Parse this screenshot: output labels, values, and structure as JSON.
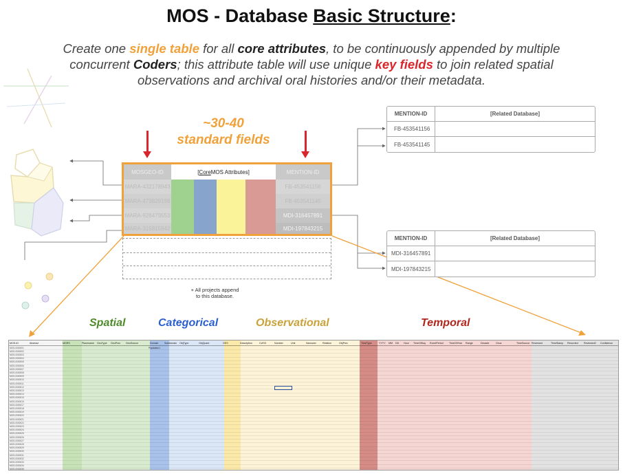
{
  "title": {
    "prefix": "MOS - Database ",
    "underlined": "Basic Structure",
    "suffix": ":"
  },
  "subtitle": {
    "t1": "Create one ",
    "h1": "single table",
    "t2": " for all ",
    "h2": "core attributes",
    "t3": ", to be continuously appended by multiple concurrent ",
    "h3": "Coders",
    "t4": "; this attribute table will use unique ",
    "h4": "key fields",
    "t5": " to join related spatial observations and archival oral histories and/or their metadata."
  },
  "fields_label": {
    "line1": "~30-40",
    "line2": "standard fields"
  },
  "core_table": {
    "key_header": "MOSGEO-ID",
    "attr_header_pre": "[",
    "attr_header_core": "Core",
    "attr_header_post": " MOS Attributes]",
    "mention_header": "MENTION-ID",
    "ids": [
      "MARA-432178943",
      "MARA-473829198",
      "MARA-928479553",
      "MARA-315815942"
    ],
    "mentions": [
      "FB-453541156",
      "FB-453541145",
      "MDI-316457891",
      "MDI-197843215"
    ]
  },
  "append_note": {
    "line1": "+ All projects append",
    "line2": "to this database."
  },
  "related_top": {
    "key_header": "MENTION-ID",
    "db_header": "[Related Database]",
    "rows": [
      "FB-453541156",
      "FB-453541145"
    ]
  },
  "related_bottom": {
    "key_header": "MENTION-ID",
    "db_header": "[Related Database]",
    "rows": [
      "MDI-316457891",
      "MDI-197843215"
    ]
  },
  "sections": {
    "spatial": "Spatial",
    "categorical": "Categorical",
    "observational": "Observational",
    "temporal": "Temporal"
  },
  "colors": {
    "orange": "#f0a13a",
    "red": "#d9262c",
    "spatial": "#4e8a2a",
    "categorical": "#2b5fd0",
    "observational": "#c9a23a",
    "temporal": "#b1261c"
  },
  "sheet": {
    "headers": [
      "MOS-ID",
      "Abstract",
      "MGRS",
      "Placename",
      "GeoType",
      "GeoPrec",
      "GeoSource",
      "Domain",
      "Subdomain",
      "ObjType",
      "ObjQuant",
      "GES",
      "Description",
      "CvlSS",
      "Number",
      "Unit",
      "Narrower",
      "Relation",
      "ObjPrec",
      "TimeType",
      "YYYY",
      "MM",
      "DD",
      "Hour",
      "TimeOfDay",
      "EventPeriod",
      "TimeOfYear",
      "Range",
      "Decade",
      "Circa",
      "TimeSource",
      "Reviewed",
      "TimeStamp",
      "Recorded",
      "Reviewed2",
      "Confidence"
    ],
    "first_value": "Population1",
    "row_ids": [
      "MOS-0000001",
      "MOS-0000002",
      "MOS-0000003",
      "MOS-0000004",
      "MOS-0000005",
      "MOS-0000006",
      "MOS-0000007",
      "MOS-0000008",
      "MOS-0000009",
      "MOS-0000010",
      "MOS-0000011",
      "MOS-0000012",
      "MOS-0000013",
      "MOS-0000014",
      "MOS-0000015",
      "MOS-0000016",
      "MOS-0000017",
      "MOS-0000018",
      "MOS-0000019",
      "MOS-0000020",
      "MOS-0000021",
      "MOS-0000022",
      "MOS-0000023",
      "MOS-0000024",
      "MOS-0000025",
      "MOS-0000026",
      "MOS-0000027",
      "MOS-0000028",
      "MOS-0000029",
      "MOS-0000030",
      "MOS-0000031",
      "MOS-0000032",
      "MOS-0000033",
      "MOS-0000034",
      "MOS-0000035"
    ]
  }
}
